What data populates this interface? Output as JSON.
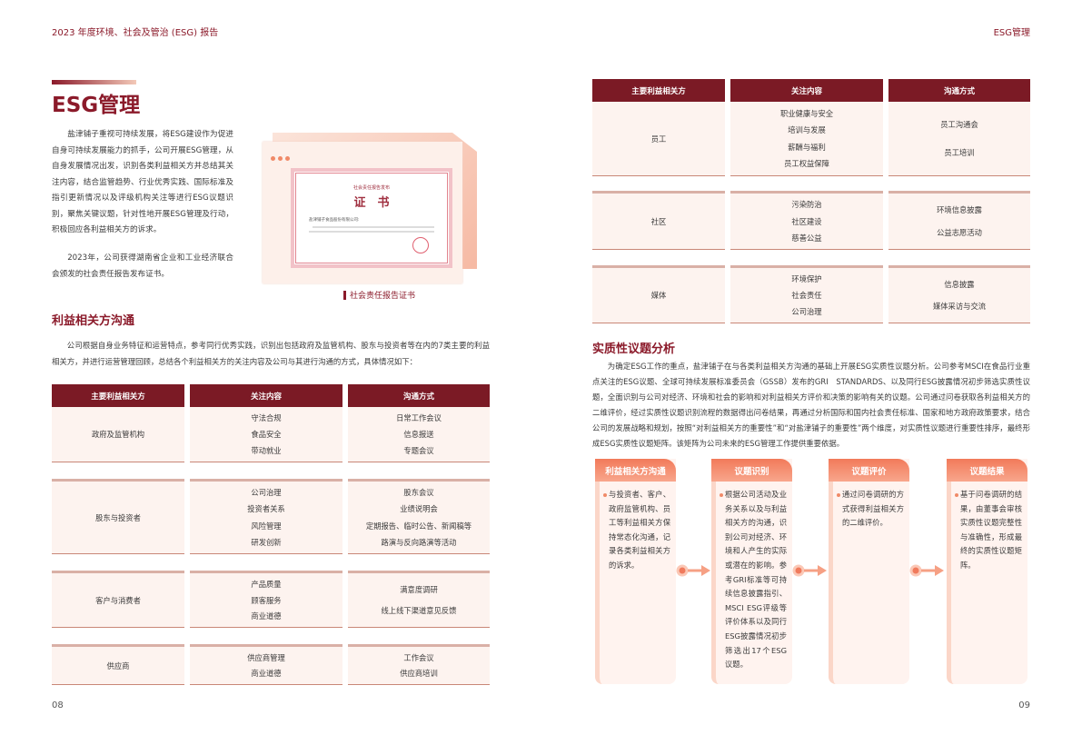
{
  "header": {
    "left": "2023 年度环境、社会及管治 (ESG) 报告",
    "right": "ESG管理"
  },
  "page_numbers": {
    "left": "08",
    "right": "09"
  },
  "left": {
    "title": "ESG管理",
    "intro": "盐津铺子重视可持续发展，将ESG建设作为促进自身可持续发展能力的抓手，公司开展ESG管理，从自身发展情况出发，识别各类利益相关方并总结其关注内容，结合监管趋势、行业优秀实践、国际标准及指引更新情况以及评级机构关注等进行ESG议题识别，聚焦关键议题，针对性地开展ESG管理及行动，积极回应各利益相关方的诉求。",
    "cert_para": "2023年，公司获得湖南省企业和工业经济联合会颁发的社会责任报告发布证书。",
    "certificate": {
      "heading": "社会责任报告发布",
      "title": "证　书",
      "recipient": "盐津铺子食品股份有限公司:",
      "caption": "社会责任报告证书"
    },
    "section_title": "利益相关方沟通",
    "section_para": "公司根据自身业务特征和运营特点，参考同行优秀实践，识别出包括政府及监管机构、股东与投资者等在内的7类主要的利益相关方，并进行运营管理回顾，总结各个利益相关方的关注内容及公司与其进行沟通的方式，具体情况如下：",
    "table": {
      "headers": [
        "主要利益相关方",
        "关注内容",
        "沟通方式"
      ],
      "rows": [
        {
          "party": "政府及监管机构",
          "concerns": [
            "守法合规",
            "食品安全",
            "带动就业"
          ],
          "channels": [
            "日常工作会议",
            "信息报送",
            "专题会议"
          ]
        },
        {
          "party": "股东与投资者",
          "concerns": [
            "公司治理",
            "投资者关系",
            "风险管理",
            "研发创新"
          ],
          "channels": [
            "股东会议",
            "业绩说明会",
            "定期报告、临时公告、新闻稿等",
            "路演与反向路演等活动"
          ]
        },
        {
          "party": "客户与消费者",
          "concerns": [
            "产品质量",
            "顾客服务",
            "商业道德"
          ],
          "channels": [
            "满意度调研",
            "线上线下渠道意见反馈"
          ]
        },
        {
          "party": "供应商",
          "concerns": [
            "供应商管理",
            "商业道德"
          ],
          "channels": [
            "工作会议",
            "供应商培训"
          ]
        }
      ]
    }
  },
  "right": {
    "table": {
      "headers": [
        "主要利益相关方",
        "关注内容",
        "沟通方式"
      ],
      "rows": [
        {
          "party": "员工",
          "concerns": [
            "职业健康与安全",
            "培训与发展",
            "薪酬与福利",
            "员工权益保障"
          ],
          "channels": [
            "员工沟通会",
            "员工培训"
          ]
        },
        {
          "party": "社区",
          "concerns": [
            "污染防治",
            "社区建设",
            "慈善公益"
          ],
          "channels": [
            "环境信息披露",
            "公益志愿活动"
          ]
        },
        {
          "party": "媒体",
          "concerns": [
            "环境保护",
            "社会责任",
            "公司治理"
          ],
          "channels": [
            "信息披露",
            "媒体采访与交流"
          ]
        }
      ]
    },
    "section_title": "实质性议题分析",
    "section_para": "为确定ESG工作的重点，盐津铺子在与各类利益相关方沟通的基础上开展ESG实质性议题分析。公司参考MSCI在食品行业重点关注的ESG议题、全球可持续发展标准委员会（GSSB）发布的GRI　STANDARDS、以及同行ESG披露情况初步筛选实质性议题，全面识别与公司对经济、环境和社会的影响和对利益相关方评价和决策的影响有关的议题。公司通过问卷获取各利益相关方的二维评价，经过实质性议题识别流程的数据得出问卷结果，再通过分析国际和国内社会责任标准、国家和地方政府政策要求，结合公司的发展战略和规划，按照“对利益相关方的重要性”和“对盐津铺子的重要性”两个维度，对实质性议题进行重要性排序，最终形成ESG实质性议题矩阵。该矩阵为公司未来的ESG管理工作提供重要依据。",
    "process": [
      {
        "title": "利益相关方沟通",
        "text": "与投资者、客户、政府监管机构、员工等利益相关方保持常态化沟通，记录各类利益相关方的诉求。"
      },
      {
        "title": "议题识别",
        "text": "根据公司活动及业务关系以及与利益相关方的沟通，识别公司对经济、环境和人产生的实际或潜在的影响。参考GRI标准等可持续信息披露指引、MSCI ESG评级等评价体系以及同行ESG披露情况初步筛选出17个ESG议题。"
      },
      {
        "title": "议题评价",
        "text": "通过问卷调研的方式获得利益相关方的二维评价。"
      },
      {
        "title": "议题结果",
        "text": "基于问卷调研的结果，由董事会审核实质性议题完整性与准确性，形成最终的实质性议题矩阵。"
      }
    ]
  },
  "colors": {
    "brand": "#7b1a25",
    "accent": "#f27a5a"
  }
}
